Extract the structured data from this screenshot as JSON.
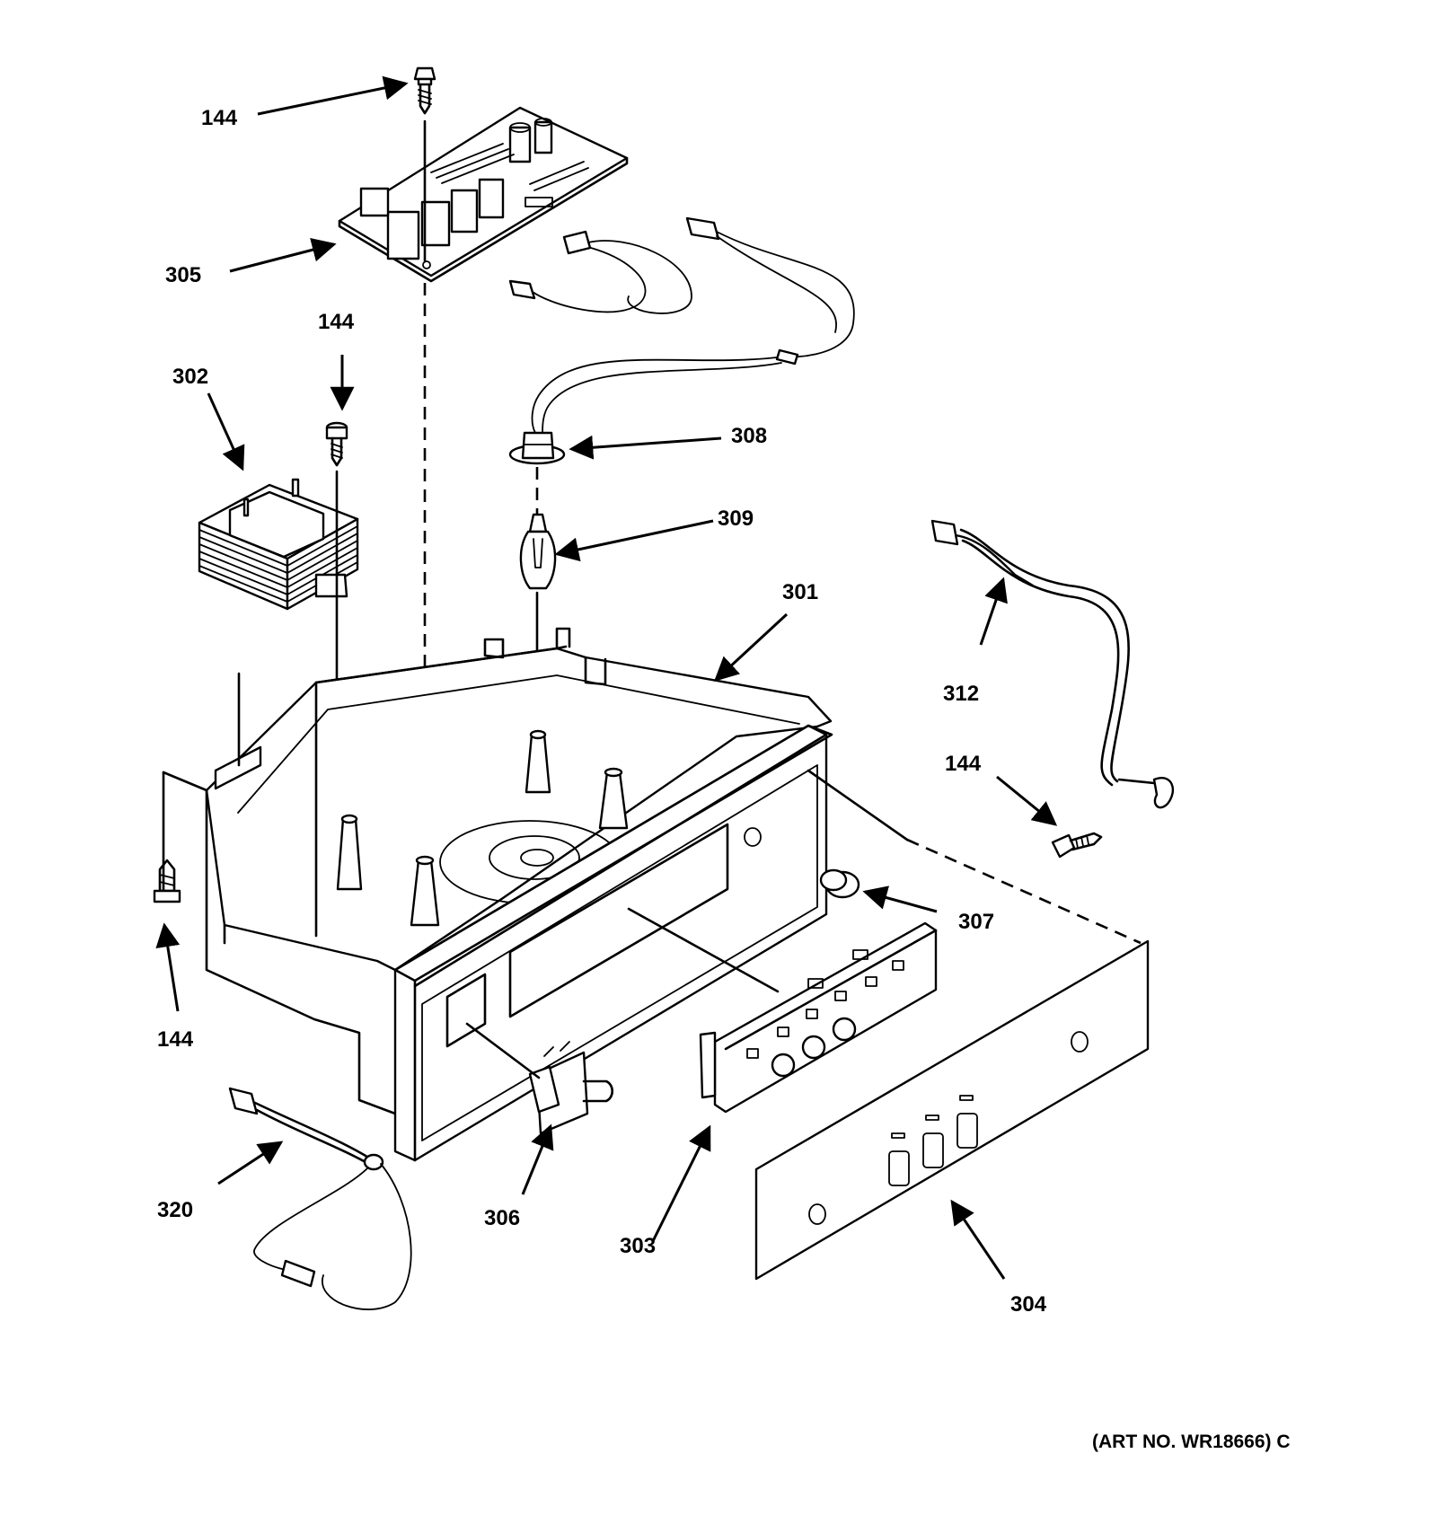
{
  "callouts": {
    "c144_top": "144",
    "c305": "305",
    "c144_mid": "144",
    "c302": "302",
    "c308": "308",
    "c309": "309",
    "c301": "301",
    "c312": "312",
    "c144_right": "144",
    "c307": "307",
    "c144_left": "144",
    "c320": "320",
    "c306": "306",
    "c303": "303",
    "c304": "304"
  },
  "art_number": "(ART NO. WR18666) C"
}
